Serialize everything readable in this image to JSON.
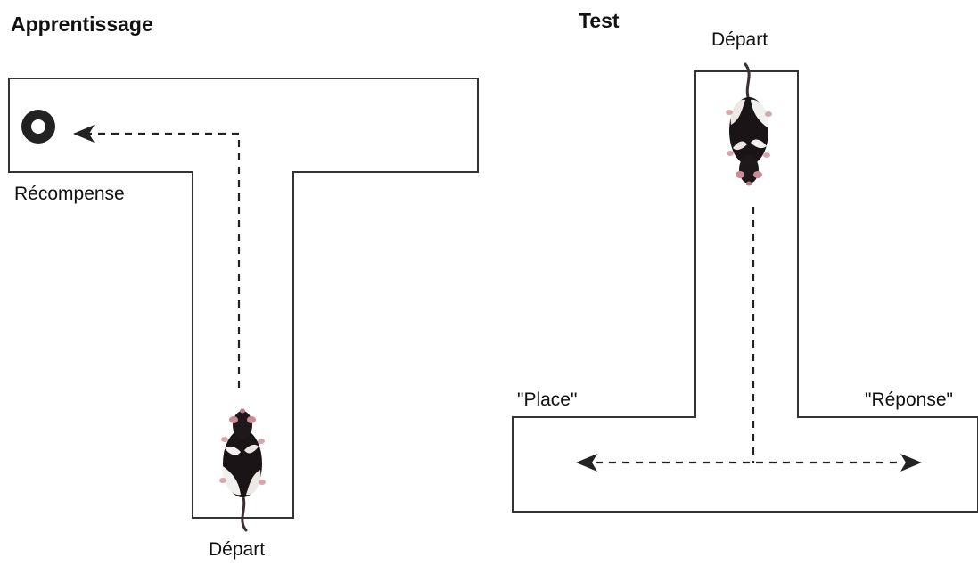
{
  "learning": {
    "title": "Apprentissage",
    "reward_label": "Récompense",
    "start_label": "Départ"
  },
  "test": {
    "title": "Test",
    "start_label": "Départ",
    "place_label": "\"Place\"",
    "response_label": "\"Réponse\""
  },
  "colors": {
    "maze_stroke": "#333333",
    "rat_dark": "#1a1416",
    "rat_light": "#f2f0ee",
    "path": "#222222"
  }
}
